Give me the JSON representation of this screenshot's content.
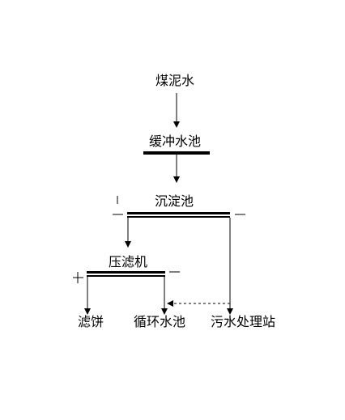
{
  "nodes": {
    "coal_slurry": "煤泥水",
    "buffer_pool": "缓冲水池",
    "settling_pool": "沉淀池",
    "filter_press": "压滤机",
    "filter_cake": "滤饼",
    "circulating_pool": "循环水池",
    "sewage_station": "污水处理站"
  },
  "colors": {
    "line": "#000000",
    "background": "#ffffff"
  }
}
